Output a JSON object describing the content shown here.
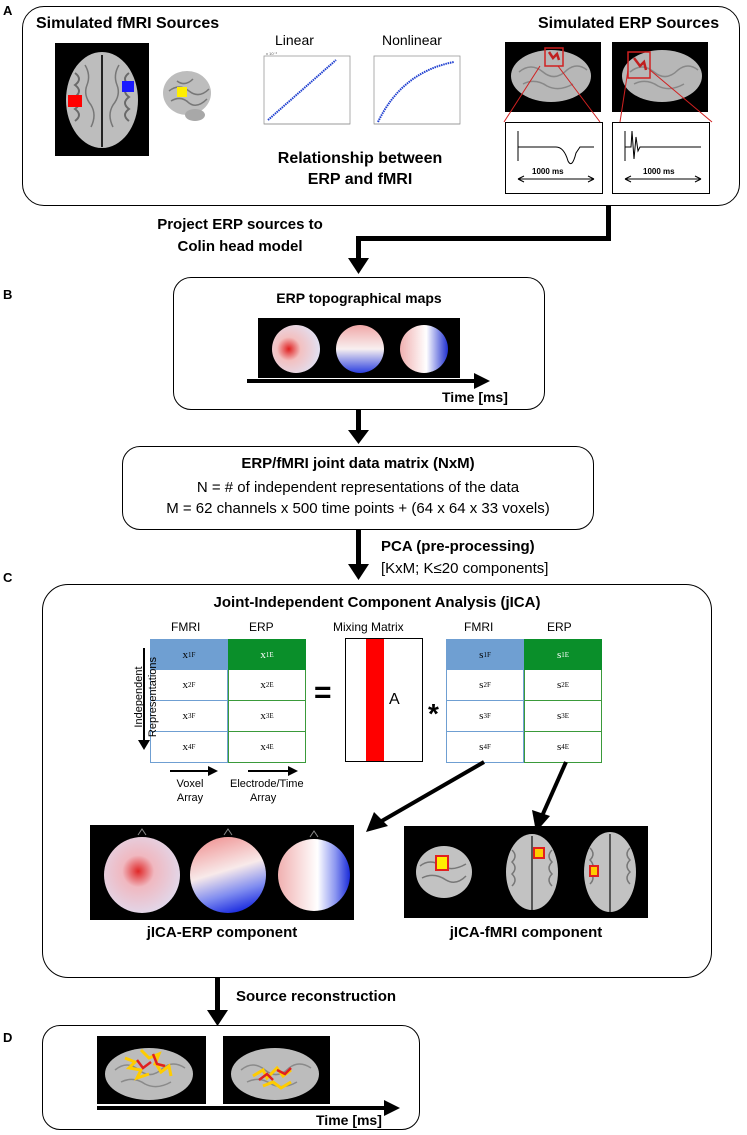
{
  "panels": [
    "A",
    "B",
    "C",
    "D"
  ],
  "panelA": {
    "fmri_title": "Simulated fMRI Sources",
    "erp_title": "Simulated ERP Sources",
    "linear_label": "Linear",
    "nonlinear_label": "Nonlinear",
    "relationship_line1": "Relationship between",
    "relationship_line2": "ERP and fMRI",
    "duration_left": "1000 ms",
    "duration_right": "1000 ms"
  },
  "arrow1": {
    "line1": "Project ERP sources to",
    "line2": "Colin head model"
  },
  "panelB": {
    "title": "ERP topographical maps",
    "time_label": "Time [ms]"
  },
  "matrix": {
    "title": "ERP/fMRI joint data matrix (NxM)",
    "line_n": "N = # of independent representations of the data",
    "line_m": "M = 62 channels x 500 time points + (64 x 64 x 33 voxels)"
  },
  "pca": {
    "line1": "PCA (pre-processing)",
    "line2": "[KxM; K≤20 components]"
  },
  "panelC": {
    "title": "Joint-Independent Component Analysis (jICA)",
    "fmri_head_left": "FMRI",
    "erp_head_left": "ERP",
    "mixing_label": "Mixing Matrix",
    "fmri_head_right": "FMRI",
    "erp_head_right": "ERP",
    "matrix_a": "A",
    "equals": "=",
    "times": "*",
    "independent_line1": "Independent",
    "independent_line2": "Representations",
    "voxel_line1": "Voxel",
    "voxel_line2": "Array",
    "electrode_line1": "Electrode/Time",
    "electrode_line2": "Array",
    "erp_component": "jICA-ERP component",
    "fmri_component": "jICA-fMRI component"
  },
  "arrow_source": {
    "label": "Source reconstruction"
  },
  "panelD": {
    "time_label": "Time [ms]"
  },
  "colors": {
    "fmri_header": "#6f9fd2",
    "erp_header": "#0a8f2a",
    "mixing_bar": "#ff0000",
    "fmri_border": "#6f9fd2",
    "erp_border": "#3a9a3a",
    "plot_line": "#1f3fd0"
  }
}
